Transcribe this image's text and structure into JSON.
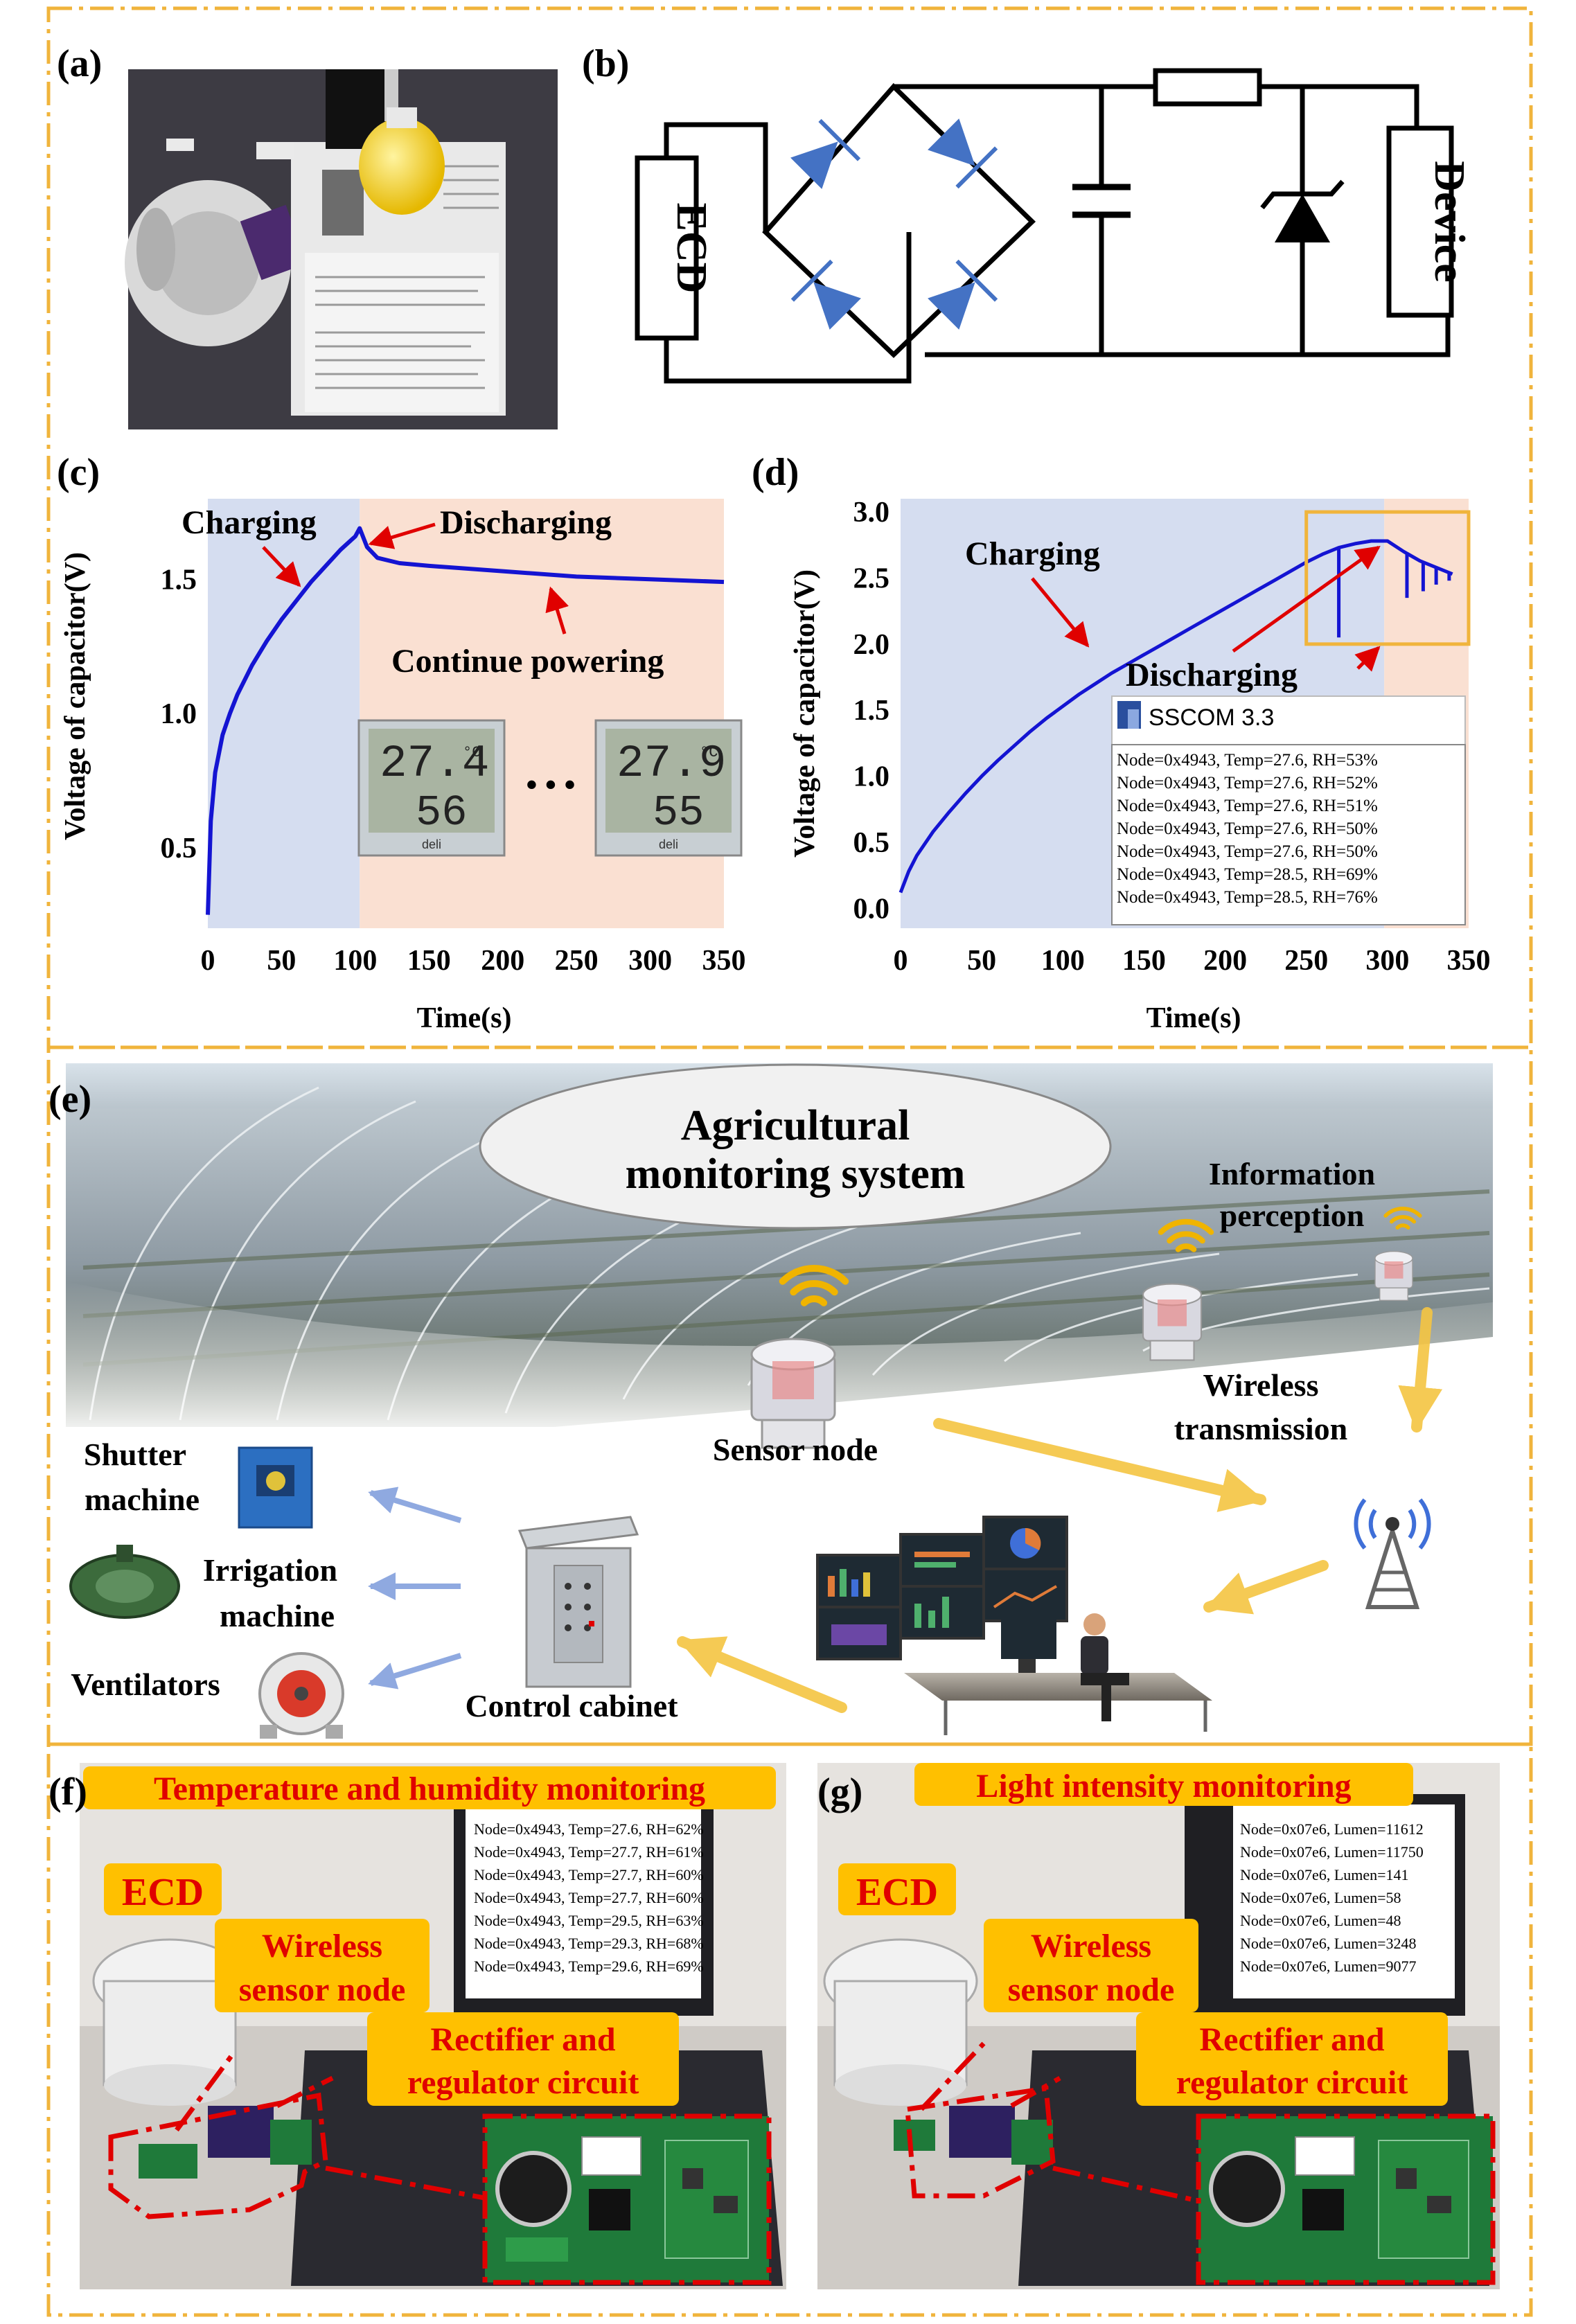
{
  "panel_labels": {
    "a": "(a)",
    "b": "(b)",
    "c": "(c)",
    "d": "(d)",
    "e": "(e)",
    "f": "(f)",
    "g": "(g)"
  },
  "colors": {
    "frame": "#F0B43C",
    "series": "#1414D2",
    "charging_bg": "#D5DDF0",
    "discharging_bg": "#FAE0D2",
    "label_bg": "#FFC000",
    "label_text": "#E00000",
    "pcb": "#1F7A3A",
    "diode": "#4472C4"
  },
  "circuit": {
    "left_block": "ECD",
    "right_block": "Device"
  },
  "chart_c": {
    "ylabel": "Voltage of capacitor(V)",
    "xlabel": "Time(s)",
    "xticks": [
      "0",
      "50",
      "100",
      "150",
      "200",
      "250",
      "300",
      "350"
    ],
    "yticks": [
      "0.5",
      "1.0",
      "1.5"
    ],
    "annotations": {
      "charging": "Charging",
      "discharging": "Discharging",
      "continue": "Continue powering"
    },
    "thermometer_left": {
      "temp": "27.4",
      "unit": "°C",
      "hum": "56",
      "brand": "deli"
    },
    "thermometer_right": {
      "temp": "27.9",
      "unit": "°C",
      "hum": "55",
      "brand": "deli"
    },
    "ellipsis": "• • •"
  },
  "chart_d": {
    "ylabel": "Voltage of capacitor(V)",
    "xlabel": "Time(s)",
    "xticks": [
      "0",
      "50",
      "100",
      "150",
      "200",
      "250",
      "300",
      "350"
    ],
    "yticks": [
      "0.0",
      "0.5",
      "1.0",
      "1.5",
      "2.0",
      "2.5",
      "3.0"
    ],
    "annotations": {
      "charging": "Charging",
      "discharging": "Discharging"
    },
    "sscom_title": "SSCOM 3.3",
    "sscom_lines": [
      "Node=0x4943, Temp=27.6, RH=53%",
      "Node=0x4943, Temp=27.6, RH=52%",
      "Node=0x4943, Temp=27.6, RH=51%",
      "Node=0x4943, Temp=27.6, RH=50%",
      "Node=0x4943, Temp=27.6, RH=50%",
      "Node=0x4943, Temp=28.5, RH=69%",
      "Node=0x4943, Temp=28.5, RH=76%"
    ]
  },
  "chart_data": [
    {
      "type": "line",
      "xlabel": "Time(s)",
      "ylabel": "Voltage of capacitor(V)",
      "xlim": [
        0,
        350
      ],
      "ylim": [
        0.2,
        1.8
      ],
      "regions": [
        {
          "label": "Charging",
          "x": [
            0,
            103
          ]
        },
        {
          "label": "Discharging",
          "x": [
            103,
            350
          ]
        }
      ],
      "series": [
        {
          "x": [
            0,
            2,
            5,
            10,
            15,
            20,
            30,
            40,
            50,
            60,
            70,
            80,
            90,
            100,
            103,
            108,
            115,
            130,
            150,
            200,
            250,
            300,
            350
          ],
          "y": [
            0.25,
            0.6,
            0.78,
            0.92,
            1.0,
            1.07,
            1.18,
            1.27,
            1.35,
            1.42,
            1.49,
            1.55,
            1.61,
            1.66,
            1.69,
            1.62,
            1.58,
            1.56,
            1.55,
            1.53,
            1.51,
            1.5,
            1.49
          ]
        }
      ]
    },
    {
      "type": "line",
      "xlabel": "Time(s)",
      "ylabel": "Voltage of capacitor(V)",
      "xlim": [
        0,
        350
      ],
      "ylim": [
        -0.15,
        3.1
      ],
      "regions": [
        {
          "label": "Charging",
          "x": [
            0,
            298
          ]
        },
        {
          "label": "Discharging",
          "x": [
            298,
            350
          ]
        }
      ],
      "series": [
        {
          "x": [
            0,
            5,
            10,
            20,
            30,
            40,
            50,
            60,
            70,
            80,
            90,
            100,
            110,
            120,
            130,
            140,
            150,
            160,
            170,
            180,
            190,
            200,
            210,
            220,
            230,
            240,
            250,
            260,
            270,
            280,
            290,
            300,
            310,
            320,
            330,
            340
          ],
          "y": [
            0.12,
            0.28,
            0.4,
            0.58,
            0.73,
            0.87,
            1.0,
            1.12,
            1.23,
            1.34,
            1.44,
            1.53,
            1.62,
            1.7,
            1.78,
            1.85,
            1.92,
            1.99,
            2.06,
            2.13,
            2.2,
            2.27,
            2.34,
            2.41,
            2.48,
            2.55,
            2.62,
            2.68,
            2.73,
            2.76,
            2.78,
            2.78,
            2.7,
            2.63,
            2.58,
            2.53
          ]
        }
      ],
      "dips": [
        {
          "x": 270,
          "y": 2.05
        },
        {
          "x": 312,
          "y": 2.35
        },
        {
          "x": 322,
          "y": 2.4
        },
        {
          "x": 330,
          "y": 2.45
        },
        {
          "x": 338,
          "y": 2.48
        }
      ]
    }
  ],
  "panel_e": {
    "title_line1": "Agricultural",
    "title_line2": "monitoring system",
    "info_line1": "Information",
    "info_line2": "perception",
    "sensor_node": "Sensor node",
    "wireless_line1": "Wireless",
    "wireless_line2": "transmission",
    "shutter_line1": "Shutter",
    "shutter_line2": "machine",
    "irrigation_line1": "Irrigation",
    "irrigation_line2": "machine",
    "ventilators": "Ventilators",
    "control_cabinet": "Control cabinet"
  },
  "panel_f": {
    "header": "Temperature and humidity monitoring",
    "ecd": "ECD",
    "wireless_line1": "Wireless",
    "wireless_line2": "sensor node",
    "rectifier_line1": "Rectifier and",
    "rectifier_line2": "regulator circuit",
    "terminal_lines": [
      "Node=0x4943, Temp=27.6, RH=62%",
      "Node=0x4943, Temp=27.7, RH=61%",
      "Node=0x4943, Temp=27.7, RH=60%",
      "Node=0x4943, Temp=27.7, RH=60%",
      "Node=0x4943, Temp=29.5, RH=63%",
      "Node=0x4943, Temp=29.3, RH=68%",
      "Node=0x4943, Temp=29.6, RH=69%"
    ]
  },
  "panel_g": {
    "header": "Light intensity monitoring",
    "ecd": "ECD",
    "wireless_line1": "Wireless",
    "wireless_line2": "sensor node",
    "rectifier_line1": "Rectifier and",
    "rectifier_line2": "regulator circuit",
    "terminal_lines": [
      "Node=0x07e6, Lumen=11612",
      "Node=0x07e6, Lumen=11750",
      "Node=0x07e6, Lumen=141",
      "Node=0x07e6, Lumen=58",
      "Node=0x07e6, Lumen=48",
      "Node=0x07e6, Lumen=3248",
      "Node=0x07e6, Lumen=9077"
    ]
  }
}
